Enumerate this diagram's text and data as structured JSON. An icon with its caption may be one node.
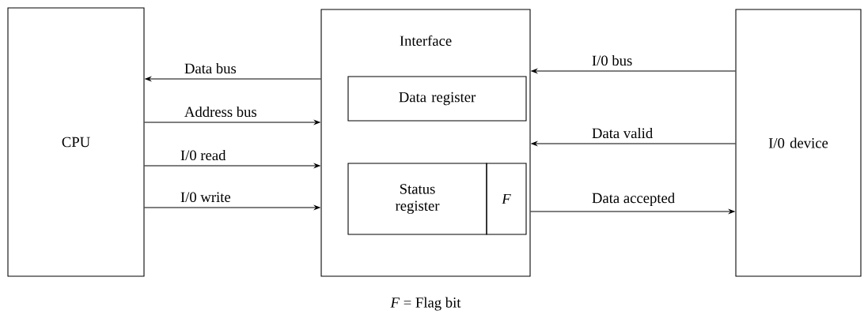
{
  "diagram": {
    "nodes": [
      {
        "text": [
          "CPU"
        ]
      },
      {
        "text": [
          "Interface"
        ]
      },
      {
        "text": [
          "Data register"
        ],
        "in": 1
      },
      {
        "text": [
          "Status register"
        ],
        "in": 1
      },
      {
        "text": [
          "*F*"
        ],
        "in": 1
      },
      {
        "text": [
          "I/0 device"
        ]
      }
    ],
    "edges": [
      {
        "from": 1,
        "to": 0,
        "arrow": "to",
        "label": "Data bus"
      },
      {
        "from": 0,
        "to": 1,
        "arrow": "to",
        "label": "Address bus"
      },
      {
        "from": 0,
        "to": 1,
        "arrow": "to",
        "label": "I/0 read"
      },
      {
        "from": 0,
        "to": 1,
        "arrow": "to",
        "label": "I/0 write"
      },
      {
        "from": 5,
        "to": 1,
        "arrow": "to",
        "label": "I/0 bus"
      },
      {
        "from": 5,
        "to": 1,
        "arrow": "to",
        "label": "Data valid"
      },
      {
        "from": 1,
        "to": 5,
        "arrow": "to",
        "label": "Data accepted"
      }
    ],
    "labels": [
      "*F* = Flag bit"
    ]
  }
}
